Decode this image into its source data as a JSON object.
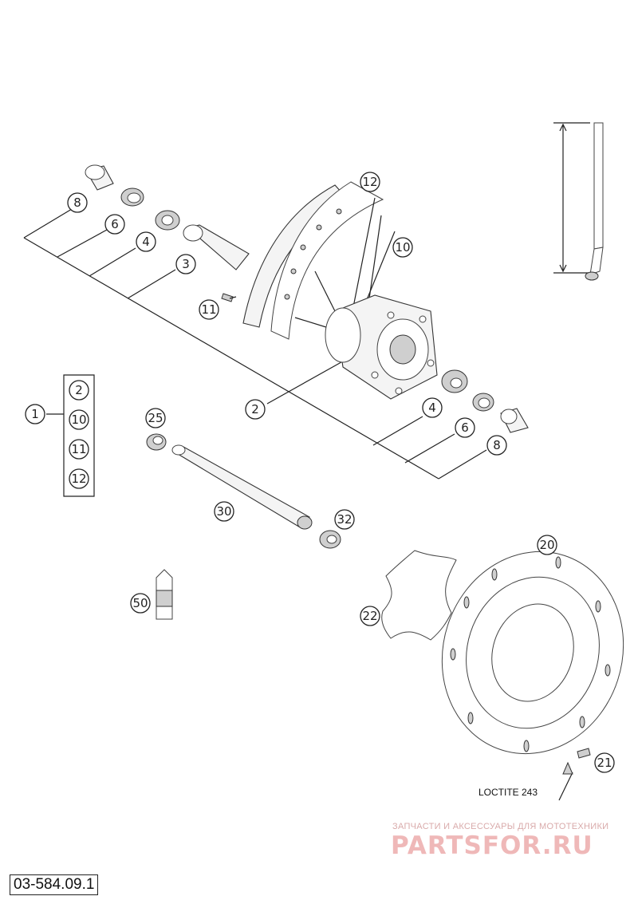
{
  "diagram_code": "03-584.09.1",
  "note": "LOCTITE 243",
  "watermark": {
    "tagline": "ЗАПЧАСТИ И АКСЕССУАРЫ ДЛЯ МОТОТЕХНИКИ",
    "brand": "PARTSFOR.RU"
  },
  "callouts": {
    "c1": "1",
    "c2_group": "2",
    "c10_group": "10",
    "c11_group": "11",
    "c12_group": "12",
    "c8_top": "8",
    "c6_top": "6",
    "c4_top": "4",
    "c3": "3",
    "c12": "12",
    "c10": "10",
    "c11": "11",
    "c2": "2",
    "c4_bottom": "4",
    "c6_bottom": "6",
    "c8_bottom": "8",
    "c25": "25",
    "c30": "30",
    "c32": "32",
    "c50": "50",
    "c20": "20",
    "c22": "22",
    "c21": "21"
  }
}
